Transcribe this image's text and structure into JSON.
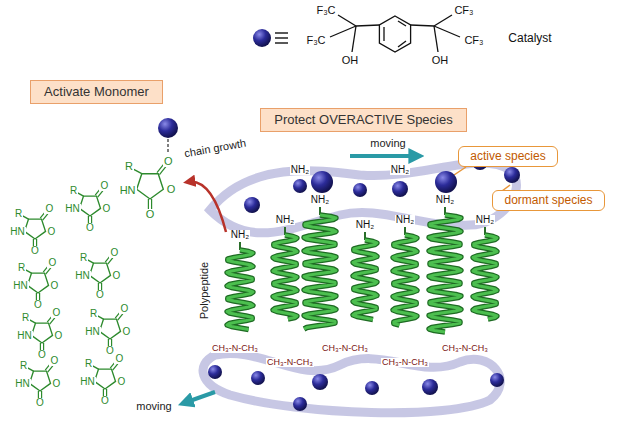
{
  "diagram": {
    "nodes": [
      {
        "text": [
          "Activate Monomer"
        ]
      },
      {
        "text": [
          "Protect OVERACTIVE Species"
        ]
      },
      {
        "text": [
          "active species"
        ]
      },
      {
        "text": [
          "dormant species"
        ]
      }
    ],
    "labels": [
      "F₃C",
      "F₃C",
      "OH",
      "CF₃",
      "CF₃",
      "OH",
      "Catalyst",
      "chain growth",
      "Polypeptide",
      "moving",
      "moving",
      "NH₂",
      "NH₂",
      "NH₂",
      "NH₂",
      "NH₂",
      "NH₂",
      "NH₂",
      "NH₂",
      "NH₂",
      "CH₃-N-CH₃",
      "CH₃-N-CH₃",
      "CH₃-N-CH₃",
      "CH₃-N-CH₃",
      "CH₃-N-CH₃",
      "R",
      "O",
      "O",
      "O",
      "HN",
      "R",
      "O",
      "O",
      "O",
      "HN",
      "R",
      "O",
      "O",
      "O",
      "HN",
      "R",
      "O",
      "O",
      "O",
      "HN",
      "R",
      "O",
      "O",
      "O",
      "HN",
      "R",
      "O",
      "O",
      "O",
      "HN",
      "R",
      "O",
      "O",
      "O",
      "HN",
      "R",
      "O",
      "O",
      "O",
      "HN",
      "R",
      "O",
      "O",
      "O",
      "HN"
    ]
  }
}
